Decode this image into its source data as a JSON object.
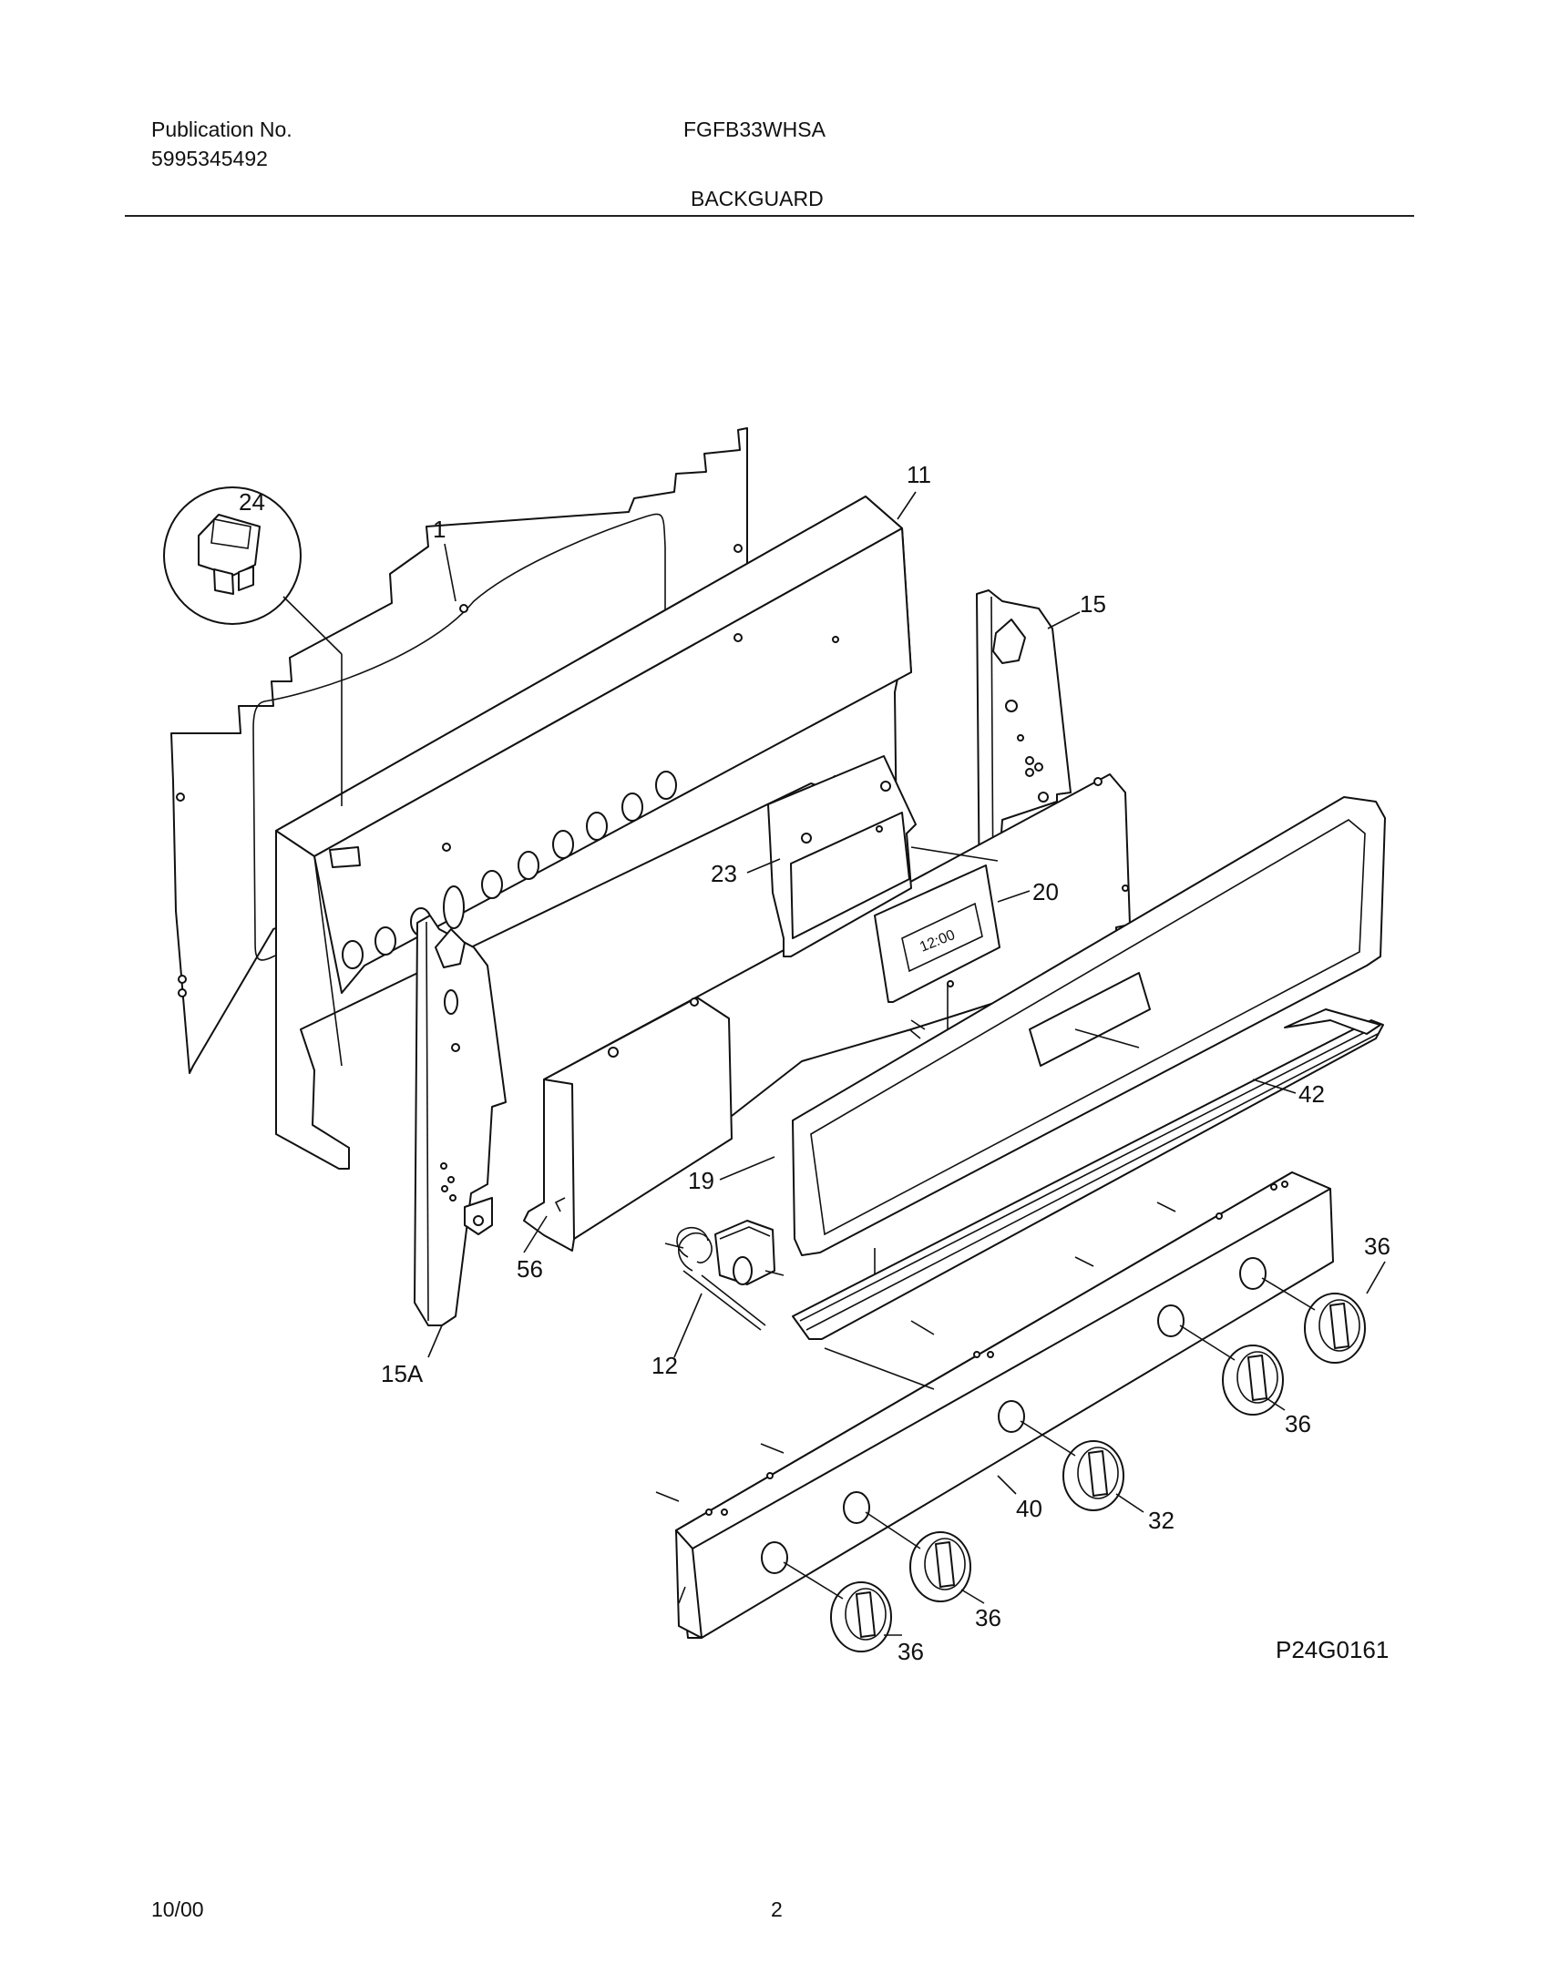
{
  "header": {
    "publication_label": "Publication No.",
    "publication_number": "5995345492",
    "model": "FGFB33WHSA",
    "section": "BACKGUARD"
  },
  "diagram": {
    "drawing_id": "P24G0161",
    "callouts": [
      "24",
      "1",
      "11",
      "15",
      "23",
      "20",
      "42",
      "19",
      "56",
      "15A",
      "12",
      "36",
      "36",
      "36",
      "32",
      "40",
      "36",
      "36"
    ],
    "display_text": "12:00"
  },
  "footer": {
    "date": "10/00",
    "page": "2"
  }
}
